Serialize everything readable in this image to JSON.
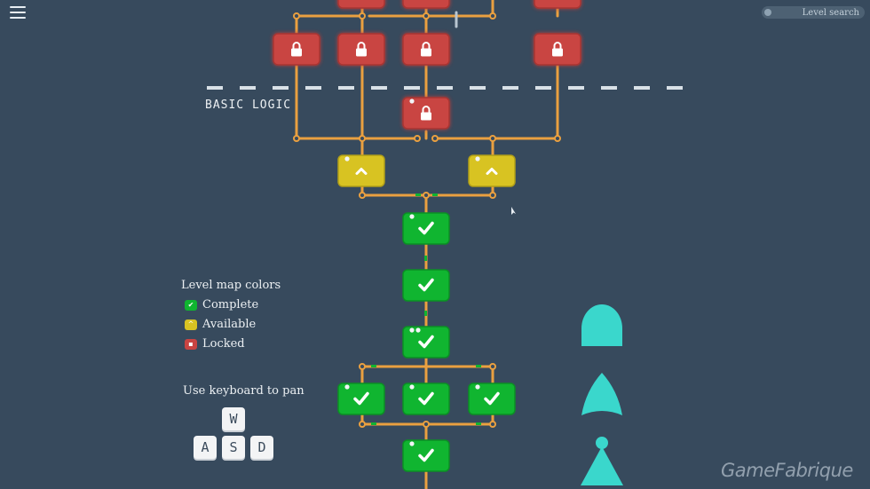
{
  "header": {
    "menu_icon": "hamburger-menu-icon",
    "search_placeholder": "Level search"
  },
  "section_label": "BASIC LOGIC",
  "legend": {
    "title": "Level map colors",
    "items": [
      {
        "label": "Complete",
        "color": "#10b530",
        "icon": "check-icon"
      },
      {
        "label": "Available",
        "color": "#d8c322",
        "icon": "chevron-up-icon"
      },
      {
        "label": "Locked",
        "color": "#c94442",
        "icon": "lock-icon"
      }
    ]
  },
  "pan_help": {
    "title": "Use keyboard to pan",
    "keys": {
      "up": "W",
      "left": "A",
      "down": "S",
      "right": "D"
    }
  },
  "colors": {
    "background": "#374a5d",
    "wire": "#eaa040",
    "complete": "#10b530",
    "available": "#d8c322",
    "locked": "#c94442",
    "gate_shapes": "#3ad7cc"
  },
  "watermark": "GameFabrique",
  "level_nodes": [
    {
      "id": "top-partial-1",
      "status": "locked"
    },
    {
      "id": "top-partial-2",
      "status": "locked"
    },
    {
      "id": "top-partial-3",
      "status": "locked"
    },
    {
      "id": "locked-row-1",
      "status": "locked"
    },
    {
      "id": "locked-row-2",
      "status": "locked"
    },
    {
      "id": "locked-row-3",
      "status": "locked"
    },
    {
      "id": "locked-row-4",
      "status": "locked"
    },
    {
      "id": "basic-logic-entry",
      "status": "locked"
    },
    {
      "id": "available-left",
      "status": "available"
    },
    {
      "id": "available-right",
      "status": "available"
    },
    {
      "id": "complete-1",
      "status": "complete"
    },
    {
      "id": "complete-2",
      "status": "complete"
    },
    {
      "id": "complete-3",
      "status": "complete"
    },
    {
      "id": "complete-branch-left",
      "status": "complete"
    },
    {
      "id": "complete-branch-center",
      "status": "complete"
    },
    {
      "id": "complete-branch-right",
      "status": "complete"
    },
    {
      "id": "complete-bottom",
      "status": "complete"
    }
  ],
  "gate_shapes": [
    {
      "name": "and-gate-shape-icon"
    },
    {
      "name": "or-gate-shape-icon"
    },
    {
      "name": "buffer-gate-shape-icon"
    }
  ]
}
